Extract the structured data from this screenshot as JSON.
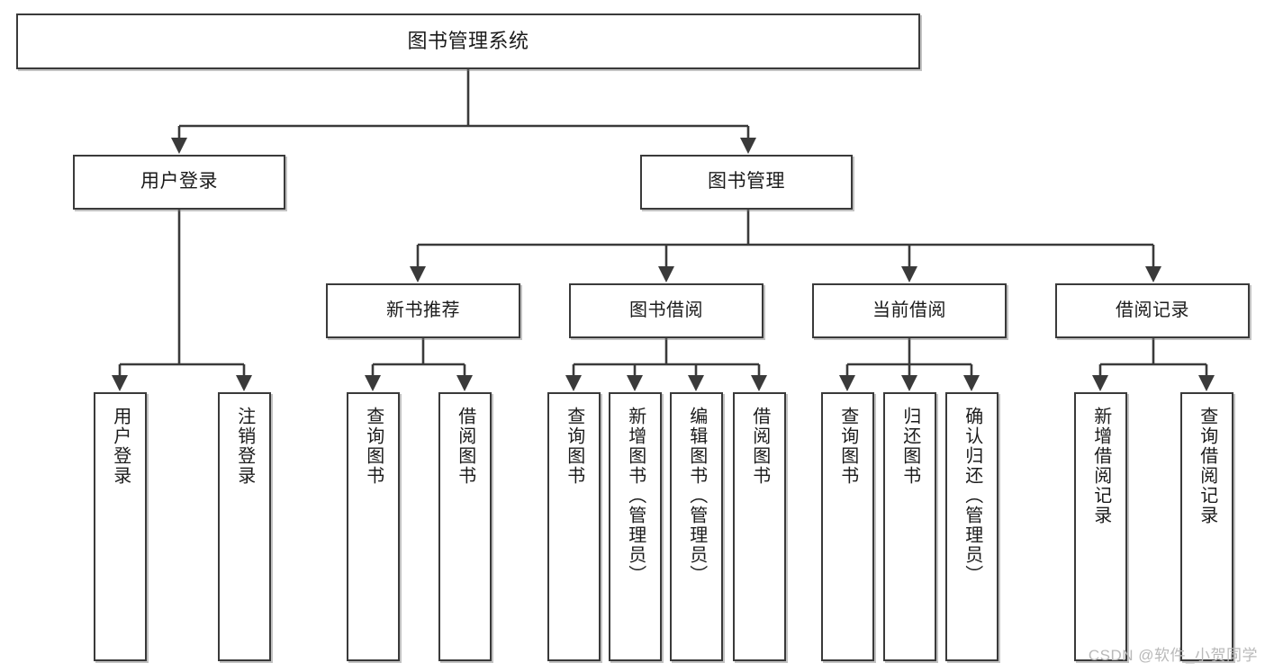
{
  "diagram": {
    "type": "tree-hierarchy",
    "title": "图书管理系统",
    "orientation": "top-down",
    "colors": {
      "box_border": "#3a3a3a",
      "box_fill": "#ffffff",
      "edge": "#3a3a3a",
      "text": "#1b1b1b",
      "watermark": "#b9b9b9"
    },
    "root": {
      "id": "root",
      "label": "图书管理系统",
      "level": 1
    },
    "level2": [
      {
        "id": "user-login",
        "label": "用户登录",
        "level": 2
      },
      {
        "id": "book-management",
        "label": "图书管理",
        "level": 2
      }
    ],
    "level3": [
      {
        "id": "new-book-recommend",
        "label": "新书推荐",
        "level": 3,
        "parent": "book-management"
      },
      {
        "id": "book-borrow",
        "label": "图书借阅",
        "level": 3,
        "parent": "book-management"
      },
      {
        "id": "current-borrow",
        "label": "当前借阅",
        "level": 3,
        "parent": "book-management"
      },
      {
        "id": "borrow-record",
        "label": "借阅记录",
        "level": 3,
        "parent": "book-management"
      }
    ],
    "leaves": [
      {
        "id": "leaf-user-login",
        "label": "用户登录",
        "parent": "user-login"
      },
      {
        "id": "leaf-user-logout",
        "label": "注销登录",
        "parent": "user-login"
      },
      {
        "id": "leaf-query-book-rec",
        "label": "查询图书",
        "parent": "new-book-recommend"
      },
      {
        "id": "leaf-borrow-book-rec",
        "label": "借阅图书",
        "parent": "new-book-recommend"
      },
      {
        "id": "leaf-query-book-borrow",
        "label": "查询图书",
        "parent": "book-borrow"
      },
      {
        "id": "leaf-add-book-admin",
        "label": "新增图书（管理员）",
        "parent": "book-borrow"
      },
      {
        "id": "leaf-edit-book-admin",
        "label": "编辑图书（管理员）",
        "parent": "book-borrow"
      },
      {
        "id": "leaf-borrow-book",
        "label": "借阅图书",
        "parent": "book-borrow"
      },
      {
        "id": "leaf-query-book-current",
        "label": "查询图书",
        "parent": "current-borrow"
      },
      {
        "id": "leaf-return-book",
        "label": "归还图书",
        "parent": "current-borrow"
      },
      {
        "id": "leaf-confirm-return-admin",
        "label": "确认归还（管理员）",
        "parent": "current-borrow"
      },
      {
        "id": "leaf-add-borrow-record",
        "label": "新增借阅记录",
        "parent": "borrow-record"
      },
      {
        "id": "leaf-query-borrow-record",
        "label": "查询借阅记录",
        "parent": "borrow-record"
      }
    ]
  },
  "watermark": {
    "text": "CSDN @软件_小贺同学"
  }
}
